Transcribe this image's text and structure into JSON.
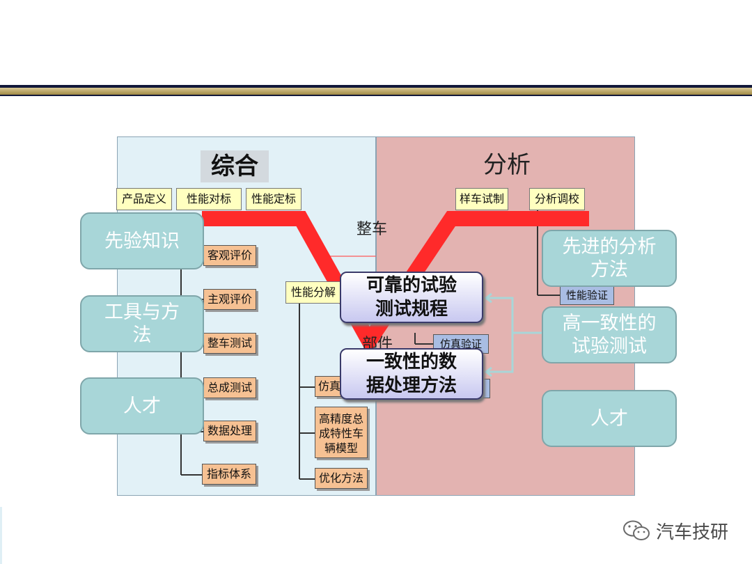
{
  "left_title": "综合",
  "right_title": "分析",
  "top_tags_left": [
    "产品定义",
    "性能对标",
    "性能定标"
  ],
  "top_tags_right": [
    "样车试制",
    "分析调校"
  ],
  "vehicle_label": "整车",
  "component_label": "部件",
  "left_tree": [
    "客观评价",
    "主观评价",
    "整车测试",
    "总成测试",
    "数据处理",
    "指标体系"
  ],
  "decomposition_tag": "性能分解",
  "sub_tree": {
    "sim": "仿真",
    "model": "高精度总成特性车辆模型",
    "model_lines": [
      "高精度总",
      "成特性车",
      "辆模型"
    ],
    "opt": "优化方法"
  },
  "right_boxes": [
    "性能验证",
    "仿真验证"
  ],
  "left_bubbles": [
    "先验知识",
    "工具与方法",
    "人才"
  ],
  "left_bubble_lines": {
    "tools": [
      "工具与方",
      "法"
    ]
  },
  "right_bubbles": [
    "先进的分析方法",
    "高一致性的试验测试",
    "人才"
  ],
  "right_bubble_lines": {
    "advanced": [
      "先进的分析",
      "方法"
    ],
    "consistent": [
      "高一致性的",
      "试验测试"
    ]
  },
  "center_callouts": [
    "可靠的试验测试规程",
    "一致性的数据处理方法"
  ],
  "center_callout_lines": {
    "reliable": [
      "可靠的试验",
      "测试规程"
    ],
    "consistency": [
      "一致性的数",
      "据处理方法"
    ]
  },
  "watermark": "汽车技研",
  "colors": {
    "v_curve": "#ff2a2a",
    "teal": "#a8d6d8",
    "left_panel": "#e2f1f7",
    "right_panel": "#e3b3b1",
    "orange_box": "#f6c193",
    "yellow_tag": "#ffffc0"
  }
}
